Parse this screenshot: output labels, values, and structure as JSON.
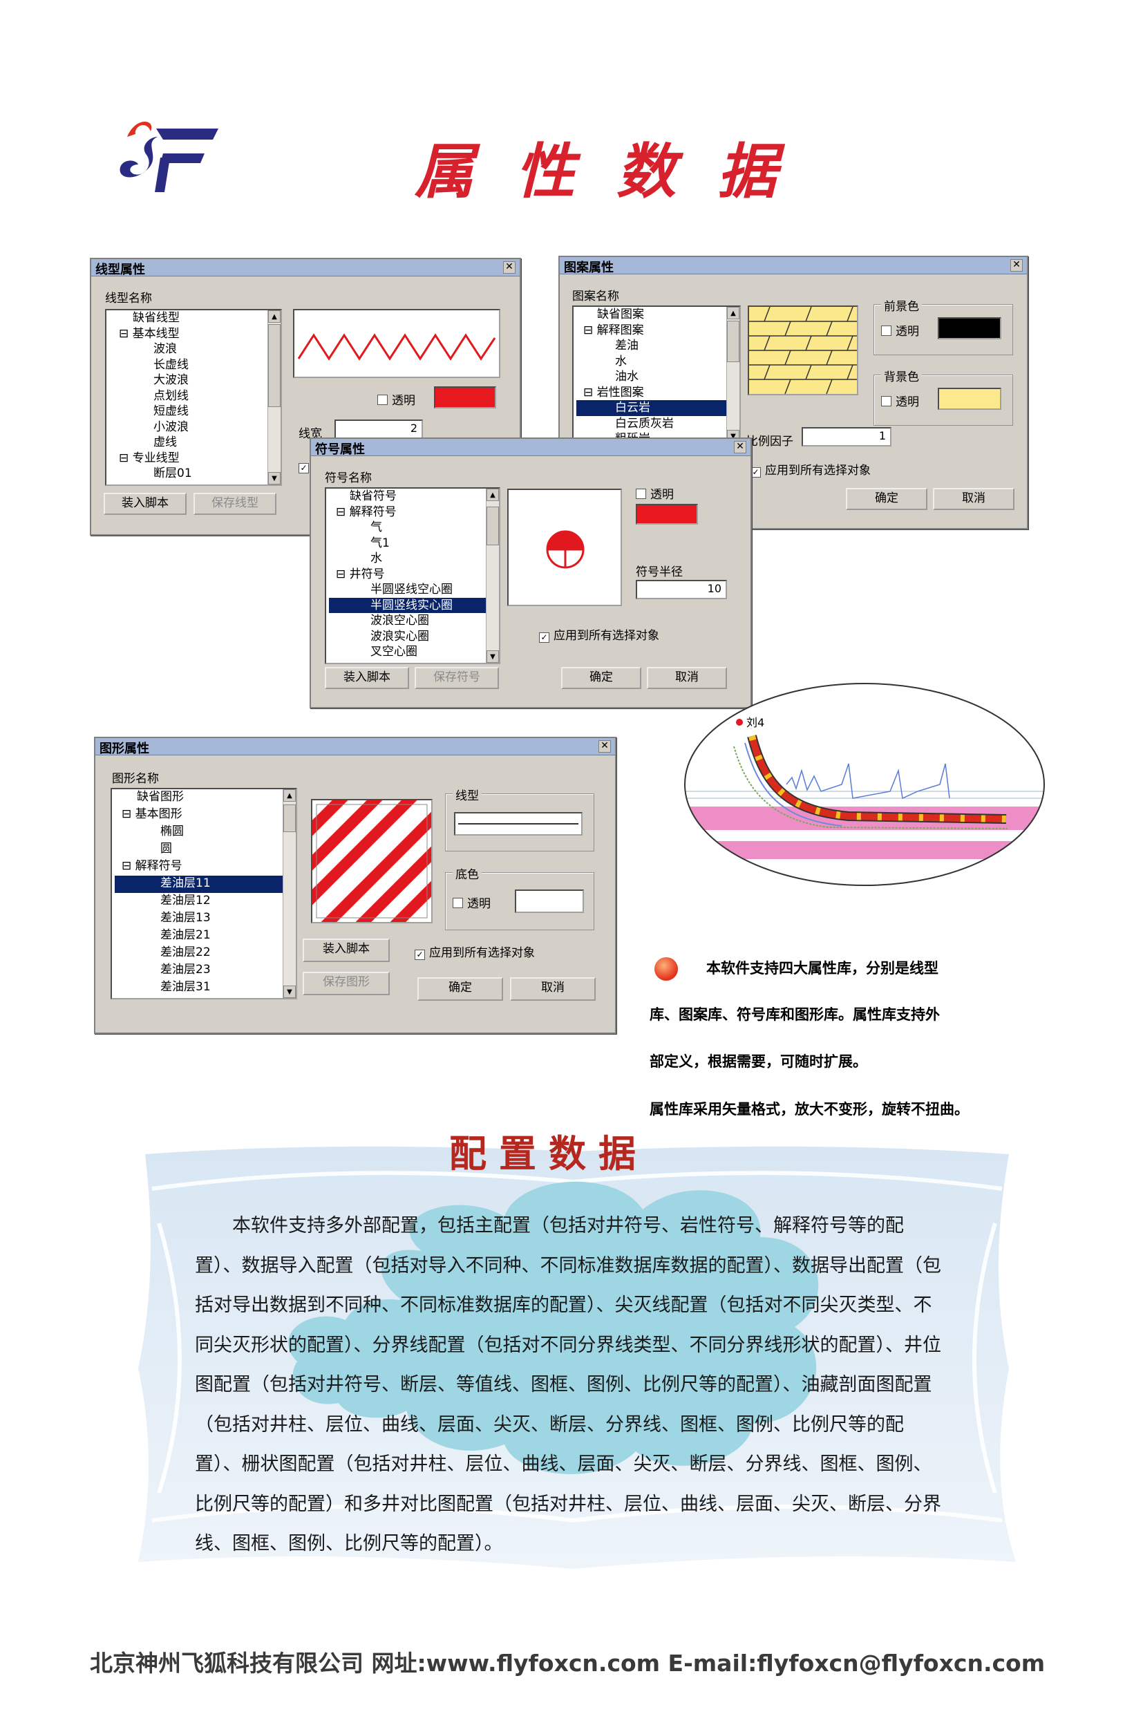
{
  "header": {
    "title": "属性数据"
  },
  "colors": {
    "title_red": "#d7212c",
    "logo_navy": "#2a2c84",
    "logo_red": "#e0301e",
    "selection": "#0a246a"
  },
  "linetype_dialog": {
    "title": "线型属性",
    "list_label": "线型名称",
    "items": [
      "缺省线型",
      "基本线型",
      "波浪",
      "长虚线",
      "大波浪",
      "点划线",
      "短虚线",
      "小波浪",
      "虚线",
      "专业线型",
      "断层01"
    ],
    "transparent_label": "透明",
    "width_label": "线宽",
    "width_value": "2",
    "load_button": "装入脚本",
    "save_button": "保存线型"
  },
  "pattern_dialog": {
    "title": "图案属性",
    "list_label": "图案名称",
    "items": [
      "缺省图案",
      "解释图案",
      "差油",
      "水",
      "油水",
      "岩性图案",
      "白云岩",
      "白云质灰岩",
      "粗砾岩"
    ],
    "fg_group": "前景色",
    "bg_group": "背景色",
    "transparent_label": "透明",
    "scale_label": "比例因子",
    "scale_value": "1",
    "apply_all": "应用到所有选择对象",
    "ok_button": "确定",
    "cancel_button": "取消"
  },
  "symbol_dialog": {
    "title": "符号属性",
    "list_label": "符号名称",
    "items": [
      "缺省符号",
      "解释符号",
      "气",
      "气1",
      "水",
      "井符号",
      "半圆竖线空心圈",
      "半圆竖线实心圈",
      "波浪空心圈",
      "波浪实心圈",
      "叉空心圈"
    ],
    "transparent_label": "透明",
    "radius_label": "符号半径",
    "radius_value": "10",
    "apply_all": "应用到所有选择对象",
    "load_button": "装入脚本",
    "save_button": "保存符号",
    "ok_button": "确定",
    "cancel_button": "取消"
  },
  "shape_dialog": {
    "title": "图形属性",
    "list_label": "图形名称",
    "items": [
      "缺省图形",
      "基本图形",
      "椭圆",
      "圆",
      "解释符号",
      "差油层11",
      "差油层12",
      "差油层13",
      "差油层21",
      "差油层22",
      "差油层23",
      "差油层31"
    ],
    "line_group": "线型",
    "fill_group": "底色",
    "transparent_label": "透明",
    "load_button": "装入脚本",
    "save_button": "保存图形",
    "apply_all": "应用到所有选择对象",
    "ok_button": "确定",
    "cancel_button": "取消"
  },
  "well_figure": {
    "label": "刘4"
  },
  "info": {
    "line1": "本软件支持四大属性库，分别是线型",
    "line2": "库、图案库、符号库和图形库。属性库支持外",
    "line3": "部定义，根据需要，可随时扩展。",
    "line4": "属性库采用矢量格式，放大不变形，旋转不扭曲。"
  },
  "config": {
    "title": "配置数据",
    "body": "本软件支持多外部配置，包括主配置（包括对井符号、岩性符号、解释符号等的配置）、数据导入配置（包括对导入不同种、不同标准数据库数据的配置）、数据导出配置（包括对导出数据到不同种、不同标准数据库的配置）、尖灭线配置（包括对不同尖灭类型、不同尖灭形状的配置）、分界线配置（包括对不同分界线类型、不同分界线形状的配置）、井位图配置（包括对井符号、断层、等值线、图框、图例、比例尺等的配置）、油藏剖面图配置（包括对井柱、层位、曲线、层面、尖灭、断层、分界线、图框、图例、比例尺等的配置）、栅状图配置（包括对井柱、层位、曲线、层面、尖灭、断层、分界线、图框、图例、比例尺等的配置）和多井对比图配置（包括对井柱、层位、曲线、层面、尖灭、断层、分界线、图框、图例、比例尺等的配置）。"
  },
  "footer": {
    "text": "北京神州飞狐科技有限公司  网址:www.flyfoxcn.com  E-mail:flyfoxcn@flyfoxcn.com"
  }
}
